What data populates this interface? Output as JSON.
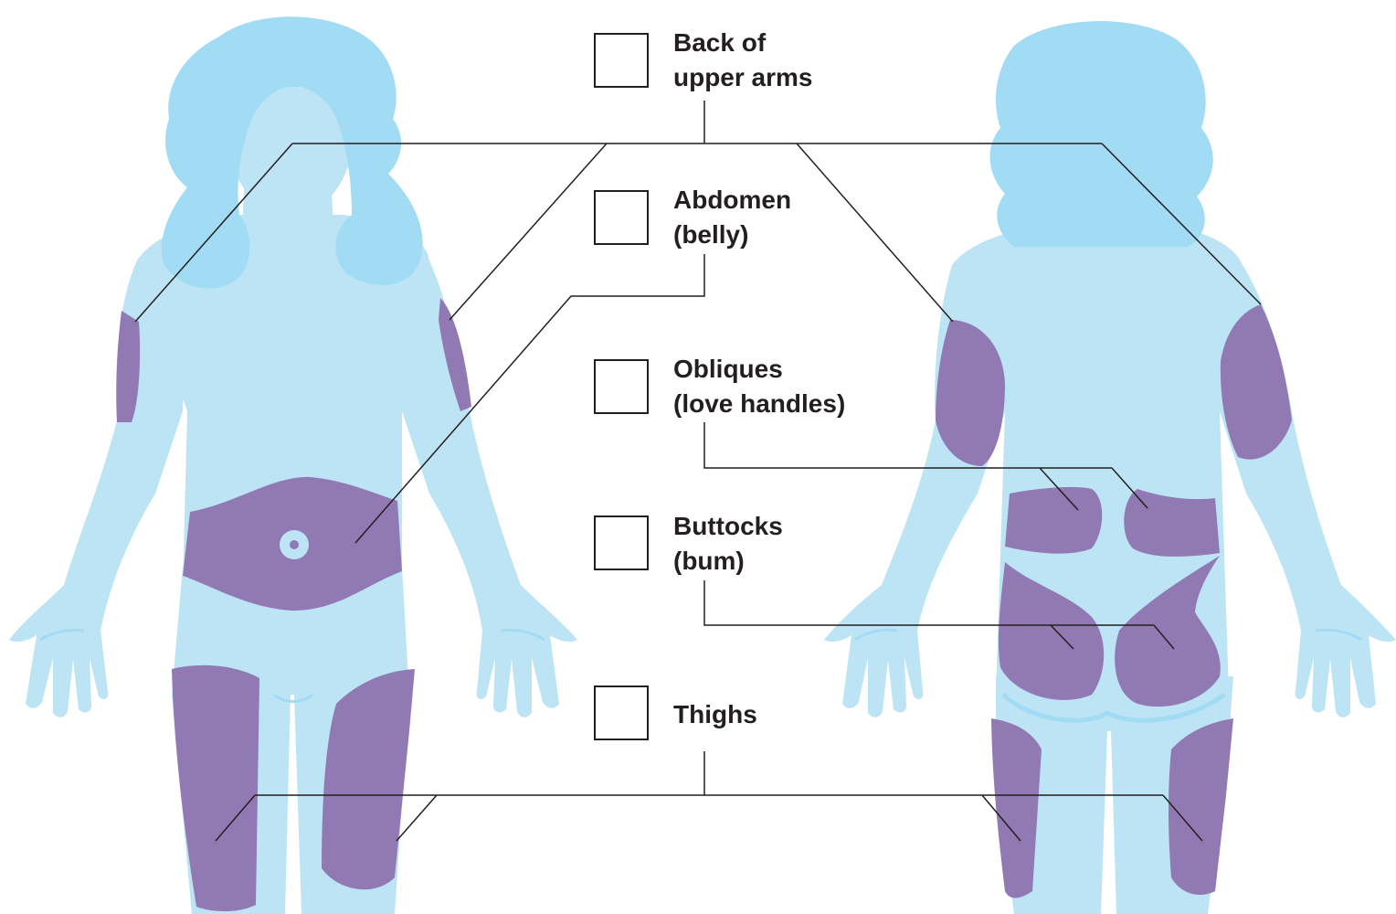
{
  "colors": {
    "body": "#bce4f5",
    "hair": "#a2dbf4",
    "site": "#9179b4",
    "line": "#231f20",
    "navel": "#bce4f5",
    "crease": "#a2dbf4"
  },
  "views": [
    "front-view",
    "back-view"
  ],
  "options": [
    {
      "id": "back-of-upper-arms",
      "line1": "Back of",
      "line2": "upper arms",
      "checked": false
    },
    {
      "id": "abdomen",
      "line1": "Abdomen",
      "line2": "(belly)",
      "checked": false
    },
    {
      "id": "obliques",
      "line1": "Obliques",
      "line2": "(love handles)",
      "checked": false
    },
    {
      "id": "buttocks",
      "line1": "Buttocks",
      "line2": "(bum)",
      "checked": false
    },
    {
      "id": "thighs",
      "line1": "Thighs",
      "line2": "",
      "checked": false
    }
  ]
}
